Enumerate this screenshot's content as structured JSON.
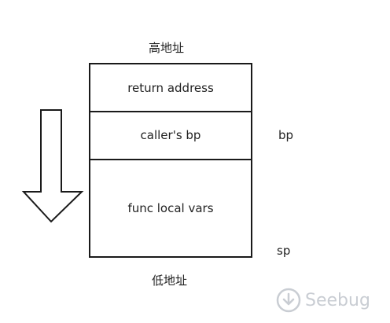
{
  "labels": {
    "high_address": "高地址",
    "low_address": "低地址",
    "bp": "bp",
    "sp": "sp"
  },
  "stack": {
    "cells": [
      "return address",
      "caller's bp",
      "func local vars"
    ]
  },
  "watermark": {
    "text": "Seebug"
  },
  "colors": {
    "line": "#1a1a1a",
    "watermark": "#c9cdd3"
  }
}
